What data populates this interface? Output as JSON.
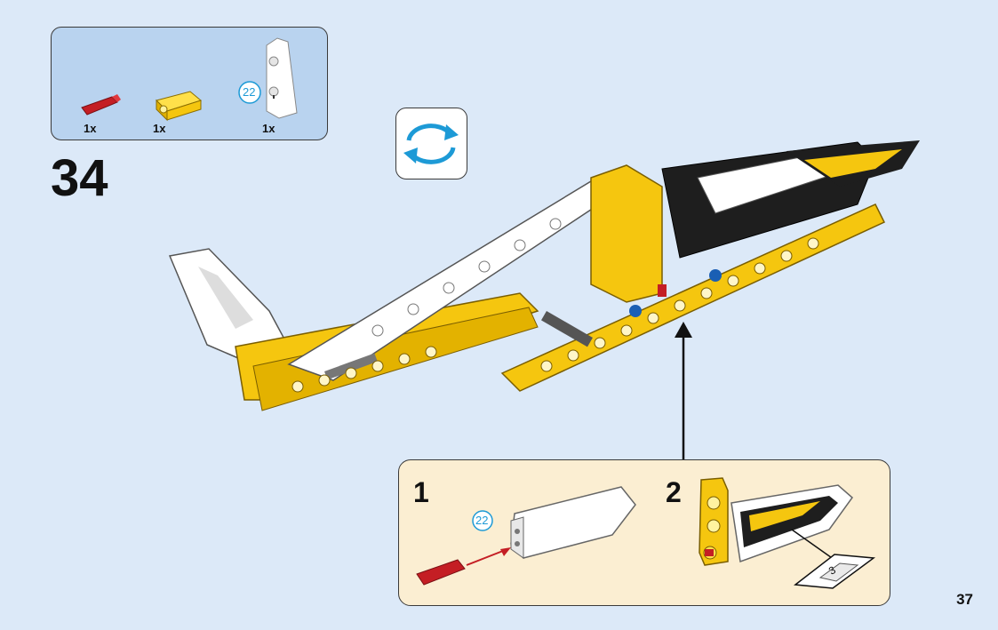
{
  "parts_list": {
    "items": [
      {
        "name": "red-axle-pin",
        "quantity": "1x",
        "color": "#c41e24"
      },
      {
        "name": "yellow-cross-block",
        "quantity": "1x",
        "color": "#f5c60f"
      },
      {
        "name": "white-panel",
        "quantity": "1x",
        "color": "#ffffff"
      }
    ],
    "callout_number": "22"
  },
  "step": {
    "number": "34"
  },
  "rotate": {
    "icon": "rotate-arrows-icon",
    "color": "#1d9ad6"
  },
  "sub_steps": [
    {
      "number": "1",
      "callout": "22"
    },
    {
      "number": "2",
      "sticker_label": "3"
    }
  ],
  "page": {
    "number": "37"
  },
  "colors": {
    "background": "#dce9f8",
    "parts_box": "#b9d3ef",
    "sub_box": "#fbeed2",
    "yellow": "#f5c60f",
    "black": "#1e1e1e"
  }
}
